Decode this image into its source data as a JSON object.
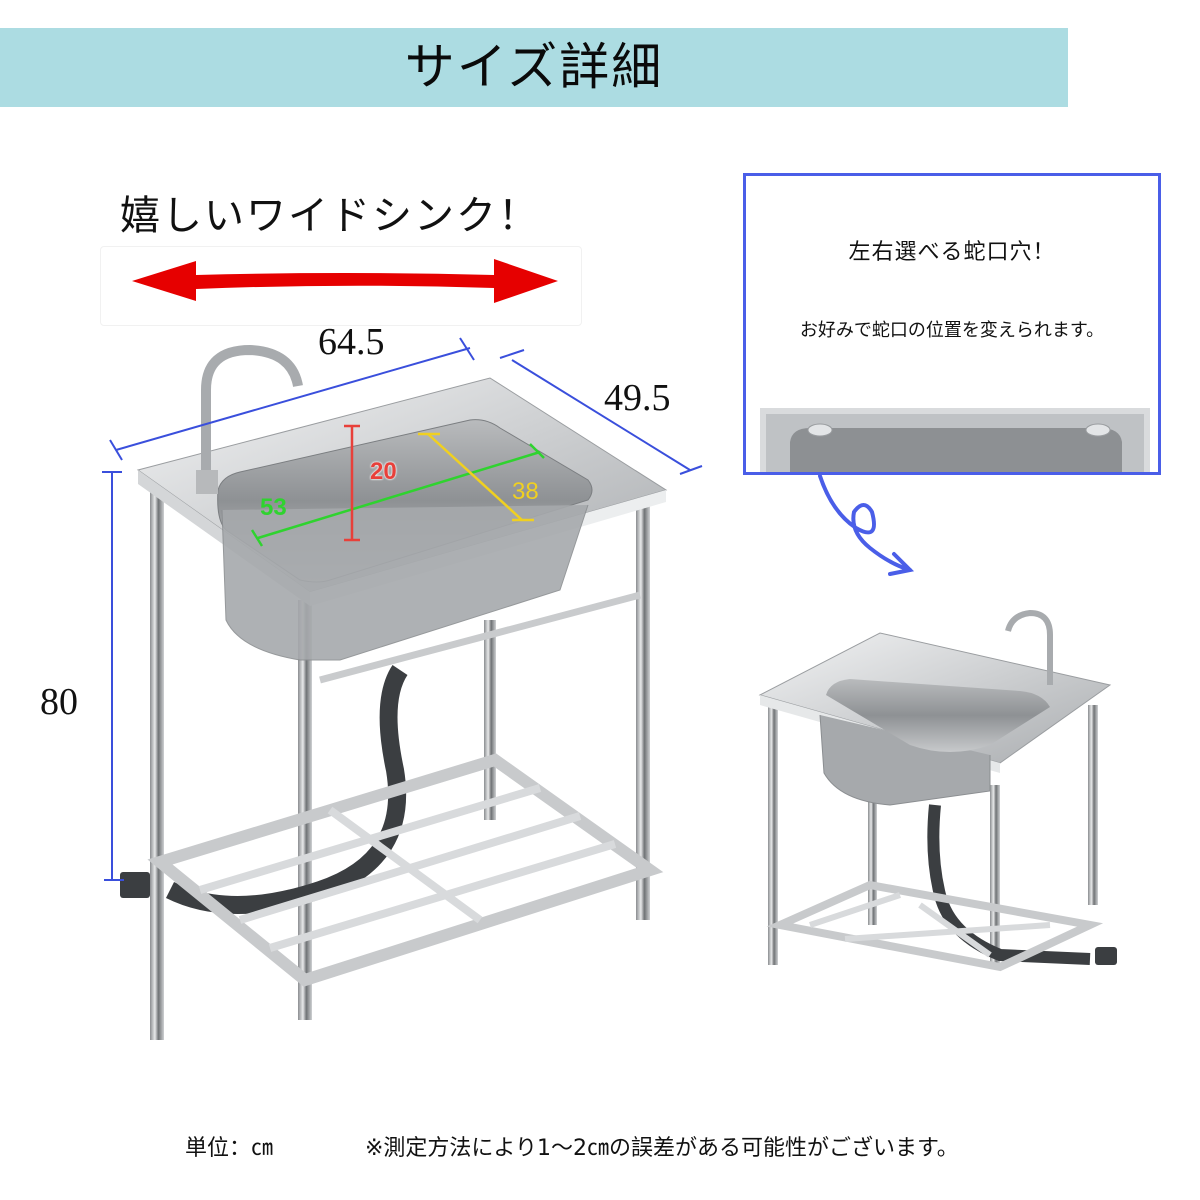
{
  "header": {
    "title": "サイズ詳細",
    "band_color": "#acdce2"
  },
  "main_product": {
    "headline": "嬉しいワイドシンク！",
    "arrow_color": "#e60000",
    "dimensions": {
      "width": "64.5",
      "depth": "49.5",
      "height": "80",
      "line_color": "#3a4fdc"
    },
    "basin_dimensions": {
      "length": {
        "value": "53",
        "color": "#2fd32f"
      },
      "depth": {
        "value": "20",
        "color": "#e8403a"
      },
      "width": {
        "value": "38",
        "color": "#f0d020"
      }
    }
  },
  "callout": {
    "title": "左右選べる蛇口穴！",
    "subtitle": "お好みで蛇口の位置を変えられます。",
    "border_color": "#4a5ee8",
    "arrow_icon": "curly-arrow-icon"
  },
  "footer": {
    "unit_label": "単位：㎝",
    "note": "※測定方法により1～2㎝の誤差がある可能性がございます。"
  }
}
